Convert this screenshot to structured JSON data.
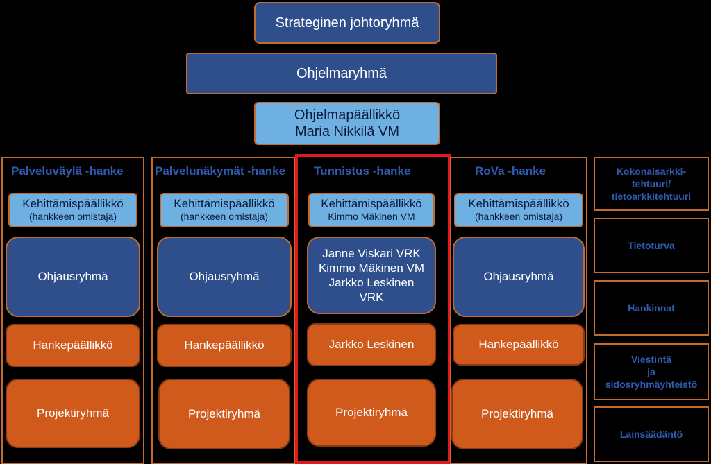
{
  "top": {
    "strategic": "Strateginen johtoryhmä",
    "program_group": "Ohjelmaryhmä",
    "program_manager_title": "Ohjelmapäällikkö",
    "program_manager_name": "Maria Nikkilä VM"
  },
  "projects": [
    {
      "title": "Palveluväylä -hanke",
      "manager_title": "Kehittämispäällikkö",
      "manager_sub": "(hankkeen omistaja)",
      "steering": "Ohjausryhmä",
      "project_manager": "Hankepäällikkö",
      "team": "Projektiryhmä"
    },
    {
      "title": "Palvelunäkymät -hanke",
      "manager_title": "Kehittämispäällikkö",
      "manager_sub": "(hankkeen omistaja)",
      "steering": "Ohjausryhmä",
      "project_manager": "Hankepäällikkö",
      "team": "Projektiryhmä"
    },
    {
      "title": "Tunnistus -hanke",
      "manager_title": "Kehittämispäällikkö",
      "manager_sub": "Kimmo Mäkinen VM",
      "steering_lines": [
        "Janne Viskari VRK",
        "Kimmo Mäkinen VM",
        "Jarkko Leskinen",
        "VRK"
      ],
      "project_manager": "Jarkko Leskinen",
      "team": "Projektiryhmä"
    },
    {
      "title": "RoVa -hanke",
      "manager_title": "Kehittämispäällikkö",
      "manager_sub": "(hankkeen omistaja)",
      "steering": "Ohjausryhmä",
      "project_manager": "Hankepäällikkö",
      "team": "Projektiryhmä"
    }
  ],
  "side": [
    {
      "lines": [
        "Kokonaisarkki-",
        "tehtuuri/",
        "tietoarkkitehtuuri"
      ]
    },
    {
      "lines": [
        "Tietoturva"
      ]
    },
    {
      "lines": [
        "Hankinnat"
      ]
    },
    {
      "lines": [
        "Viestintä",
        "ja",
        "sidosryhmäyhteistö"
      ]
    },
    {
      "lines": [
        "Lainsäädäntö"
      ]
    }
  ]
}
